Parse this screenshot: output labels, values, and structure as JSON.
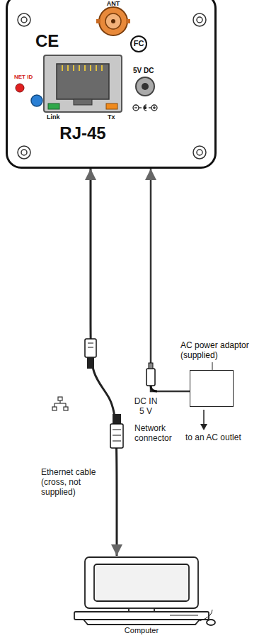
{
  "diagram": {
    "nodes": [
      {
        "text": [
          "ANT",
          "CE",
          "FC",
          "NET ID",
          "5V DC",
          "Link",
          "Tx",
          "RJ-45"
        ]
      },
      {
        "text": [
          "AC power adaptor (supplied)"
        ]
      },
      {
        "text": [
          "Computer"
        ]
      }
    ],
    "edges": [
      {
        "from": 2,
        "to": 0,
        "arrow": "both"
      },
      {
        "from": 1,
        "to": 0,
        "arrow": "to"
      }
    ],
    "labels": [
      "Ethernet cable (cross, not supplied)",
      "Network connector",
      "DC IN 5 V",
      "to an AC outlet"
    ]
  }
}
